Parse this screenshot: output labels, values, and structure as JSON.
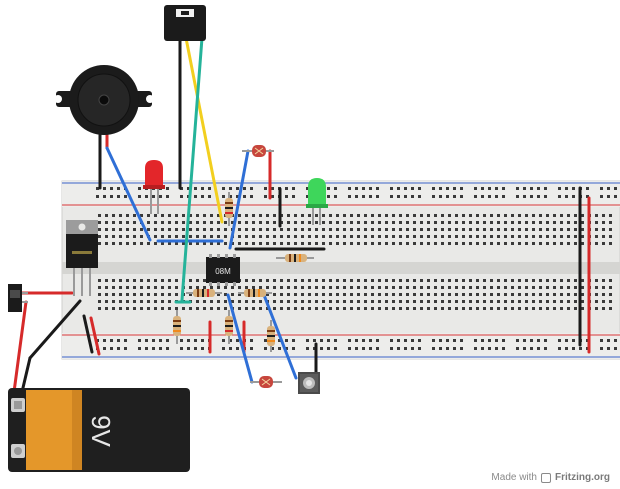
{
  "watermark": {
    "made_with": "Made with",
    "brand": "Fritzing.org"
  },
  "battery": {
    "label": "9V"
  },
  "ic": {
    "label": "08M"
  },
  "colors": {
    "breadboard": "#e9e9e7",
    "breadboard_gutter": "#d5d5d2",
    "rail_red": "#d9383a",
    "rail_blue": "#3a63c9",
    "wire_blue": "#2f6fd6",
    "wire_black": "#1a1a1a",
    "wire_red": "#d62a2a",
    "wire_yellow": "#f2cf1f",
    "wire_teal": "#25b39a",
    "led_red": "#e3262a",
    "led_green": "#3ed65b",
    "battery_gold": "#e4972a",
    "battery_body": "#2b2b2b"
  },
  "icons": [
    "breadboard",
    "piezo-buzzer",
    "slide-switch",
    "voltage-regulator",
    "battery-9v",
    "red-led",
    "green-led",
    "photoresistor",
    "resistor",
    "microcontroller-chip",
    "push-button",
    "headphone-jack"
  ]
}
